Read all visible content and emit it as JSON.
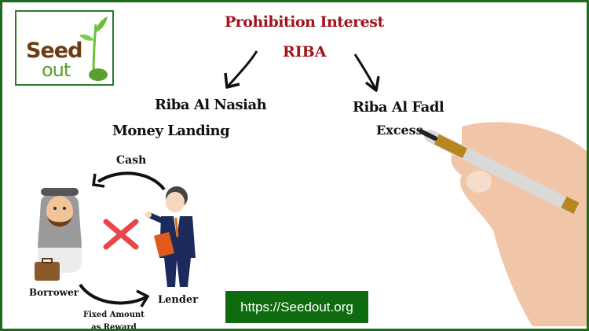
{
  "logo": {
    "line1": "Seed",
    "line2": "out"
  },
  "heading": {
    "title": "Prohibition Interest",
    "subtitle": "RIBA"
  },
  "branches": {
    "left": {
      "title": "Riba Al Nasiah",
      "subtitle": "Money Landing"
    },
    "right": {
      "title": "Riba Al Fadl",
      "subtitle": "Excess"
    }
  },
  "illustration": {
    "top_arrow_label": "Cash",
    "borrower_label": "Borrower",
    "lender_label": "Lender",
    "bottom_arrow_label_line1": "Fixed Amount",
    "bottom_arrow_label_line2": "as Reward"
  },
  "footer": {
    "url": "https://Seedout.org"
  },
  "colors": {
    "frame": "#1e6b1e",
    "heading": "#a3121b",
    "button": "#0f6b0f",
    "cross": "#e8474a"
  }
}
